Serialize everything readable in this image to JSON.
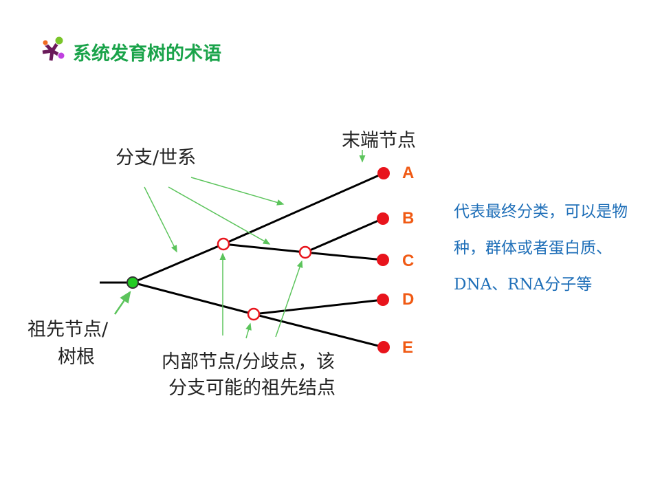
{
  "slide": {
    "title": "系统发育树的术语",
    "description": "代表最终分类，可以是物种，群体或者蛋白质、DNA、RNA分子等"
  },
  "diagram": {
    "labels": {
      "terminal_node": "末端节点",
      "branch": "分支/世系",
      "ancestor_line1": "祖先节点/",
      "ancestor_line2": "树根",
      "internal_line1": "内部节点/分歧点，该",
      "internal_line2": "分支可能的祖先结点"
    },
    "leaves": [
      "A",
      "B",
      "C",
      "D",
      "E"
    ],
    "colors": {
      "branch": "#000000",
      "arrow": "#5cc45c",
      "leaf": "#e8141c",
      "root": "#22cc22",
      "title": "#1aa34a",
      "description": "#1f6fb8"
    }
  }
}
